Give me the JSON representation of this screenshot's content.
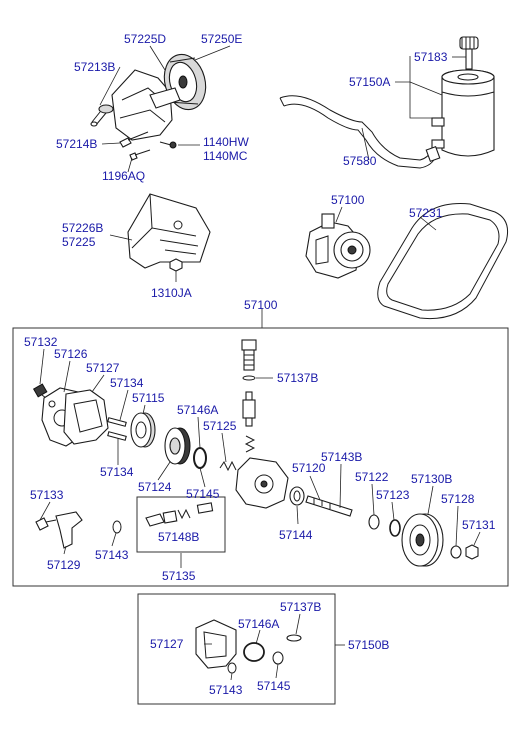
{
  "labels": {
    "l57225D": "57225D",
    "l57250E": "57250E",
    "l57213B": "57213B",
    "l57214B": "57214B",
    "l1140HW": "1140HW",
    "l1140MC": "1140MC",
    "l1196AQ": "1196AQ",
    "l57183": "57183",
    "l57150A": "57150A",
    "l57580": "57580",
    "l57226B": "57226B",
    "l57225": "57225",
    "l1310JA": "1310JA",
    "l57100a": "57100",
    "l57231": "57231",
    "l57100b": "57100",
    "l57132": "57132",
    "l57126": "57126",
    "l57127a": "57127",
    "l57134a": "57134",
    "l57115": "57115",
    "l57146Aa": "57146A",
    "l57125": "57125",
    "l57137Ba": "57137B",
    "l57134b": "57134",
    "l57124": "57124",
    "l57145a": "57145",
    "l57143Ba": "57143B",
    "l57120": "57120",
    "l57122": "57122",
    "l57130B": "57130B",
    "l57123": "57123",
    "l57128": "57128",
    "l57131": "57131",
    "l57133": "57133",
    "l57148B": "57148B",
    "l57144": "57144",
    "l57143a": "57143",
    "l57129": "57129",
    "l57135": "57135",
    "l57137Bb": "57137B",
    "l57127b": "57127",
    "l57146Ab": "57146A",
    "l57150B": "57150B",
    "l57143b": "57143",
    "l57145b": "57145"
  },
  "colors": {
    "label": "#1a1aa8",
    "line": "#1c1c1c",
    "background": "#ffffff"
  }
}
